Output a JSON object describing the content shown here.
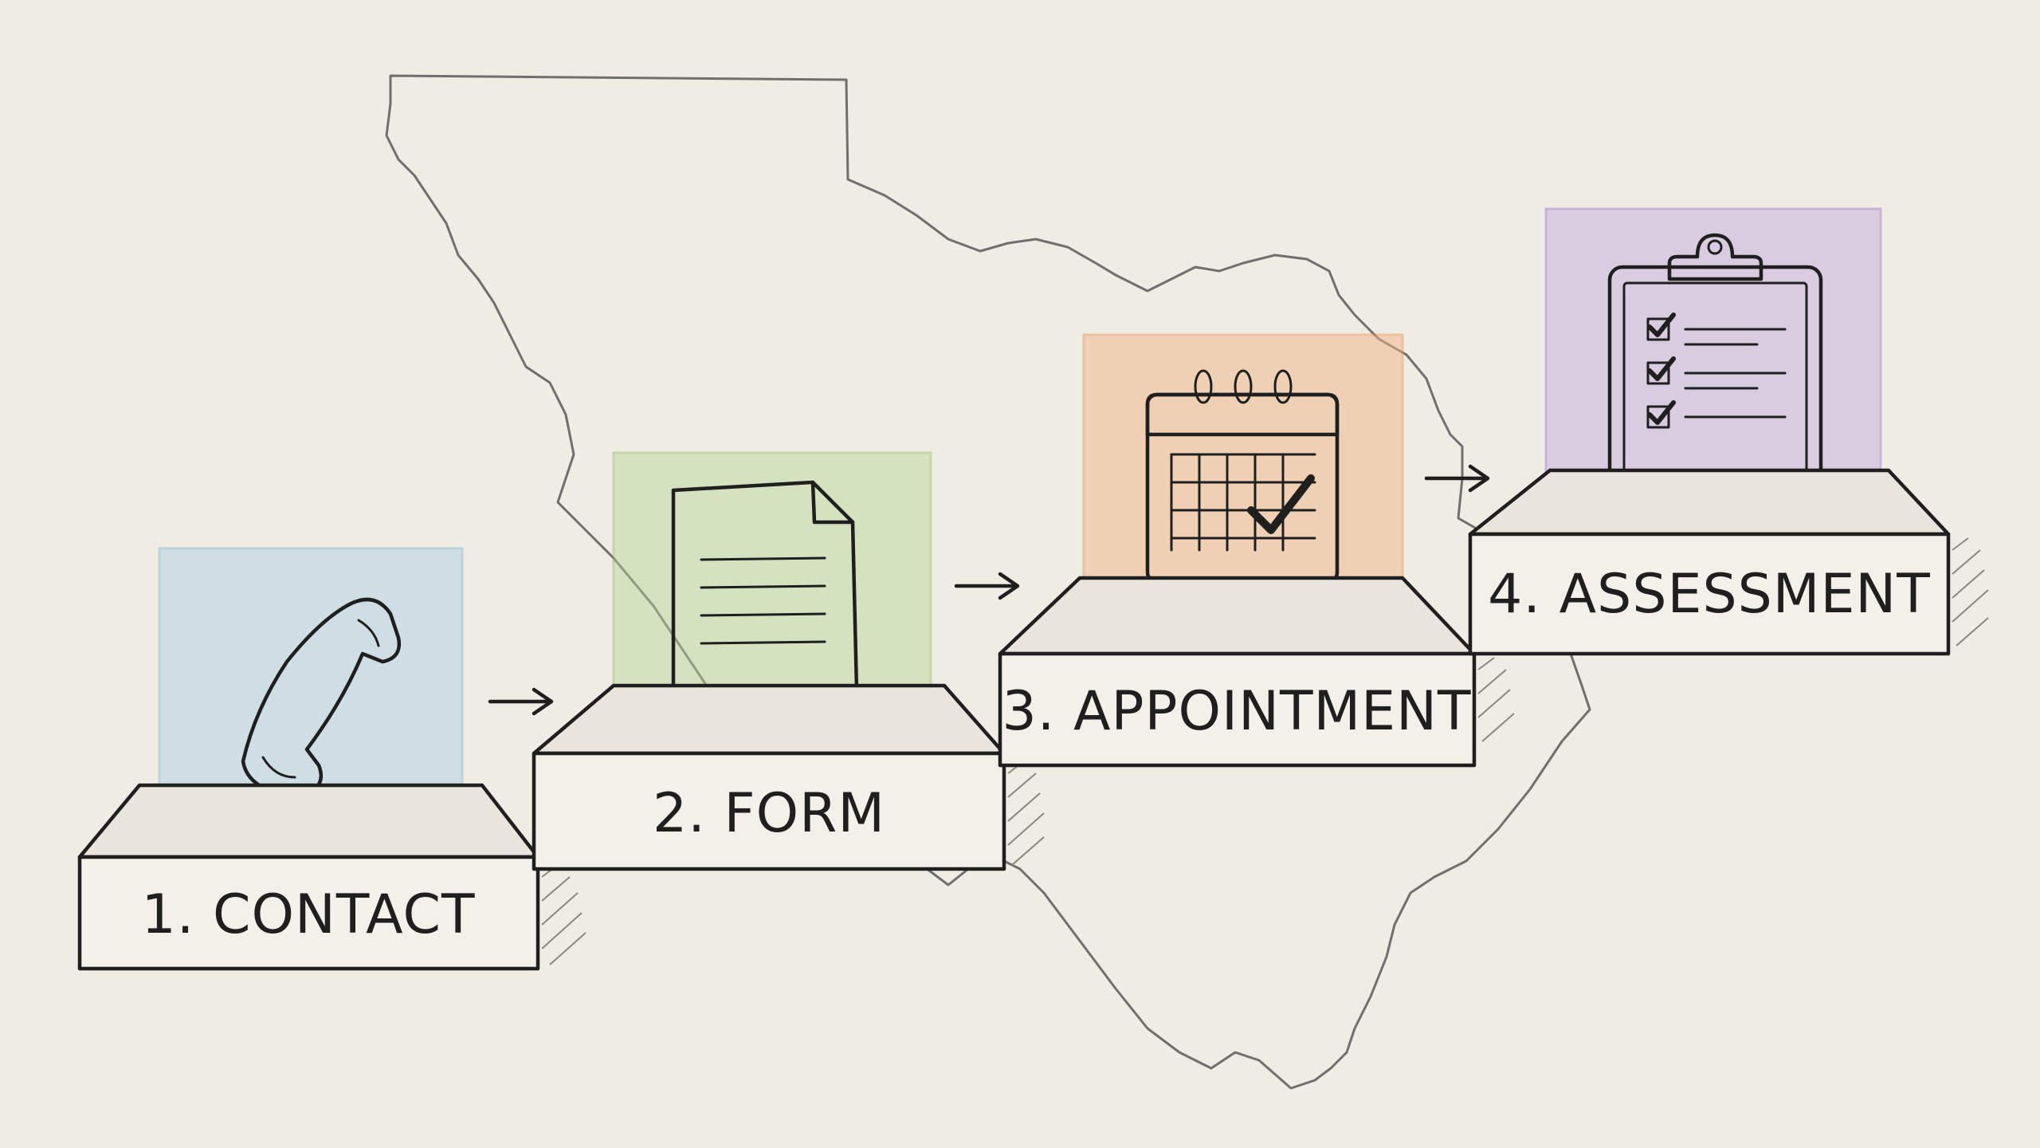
{
  "steps": [
    {
      "label": "1. CONTACT",
      "icon": "phone-icon",
      "color": "#a9cde6"
    },
    {
      "label": "2. FORM",
      "icon": "document-icon",
      "color": "#b7d695"
    },
    {
      "label": "3. APPOINTMENT",
      "icon": "calendar-icon",
      "color": "#f0b687"
    },
    {
      "label": "4. ASSESSMENT",
      "icon": "clipboard-icon",
      "color": "#c4aee0"
    }
  ],
  "arrows": [
    "arrow-right",
    "arrow-right",
    "arrow-right"
  ],
  "background_map": "state-outline"
}
